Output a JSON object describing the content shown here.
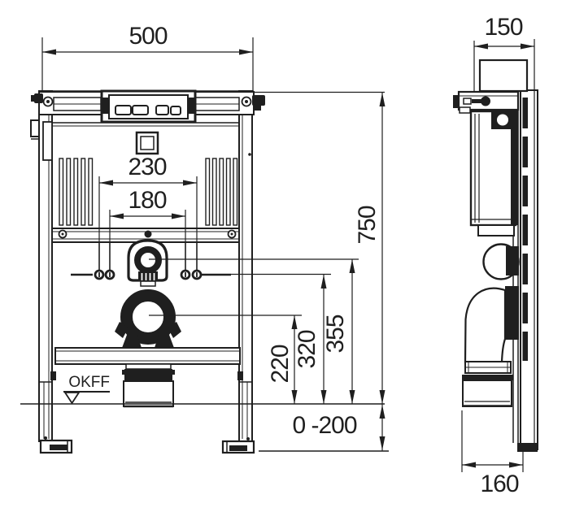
{
  "page": {
    "background": "#ffffff",
    "line_color": "#1f1f1f"
  },
  "front_view": {
    "dimensions": {
      "frame_width": "500",
      "actuation_opening_width": "230",
      "fixing_bolt_spacing": "180",
      "frame_height": "750",
      "flush_bend_height": "355",
      "fixing_bolt_height": "320",
      "drain_center_height": "220",
      "floor_adjustment_range": "0 -200"
    },
    "labels": {
      "finished_floor": "OKFF"
    }
  },
  "side_view": {
    "dimensions": {
      "frame_depth": "150",
      "drain_outlet_depth": "160"
    }
  }
}
